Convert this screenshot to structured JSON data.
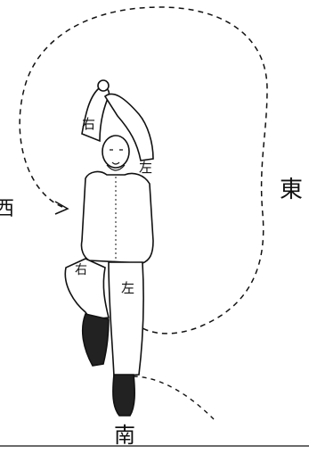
{
  "diagram": {
    "direction_labels": {
      "east": "東",
      "south": "南",
      "west": "西"
    },
    "side_labels": {
      "right_arm": "右",
      "left_shoulder": "左",
      "right_leg": "右",
      "left_leg": "左"
    },
    "colors": {
      "ink": "#111111",
      "paper": "#ffffff"
    }
  }
}
